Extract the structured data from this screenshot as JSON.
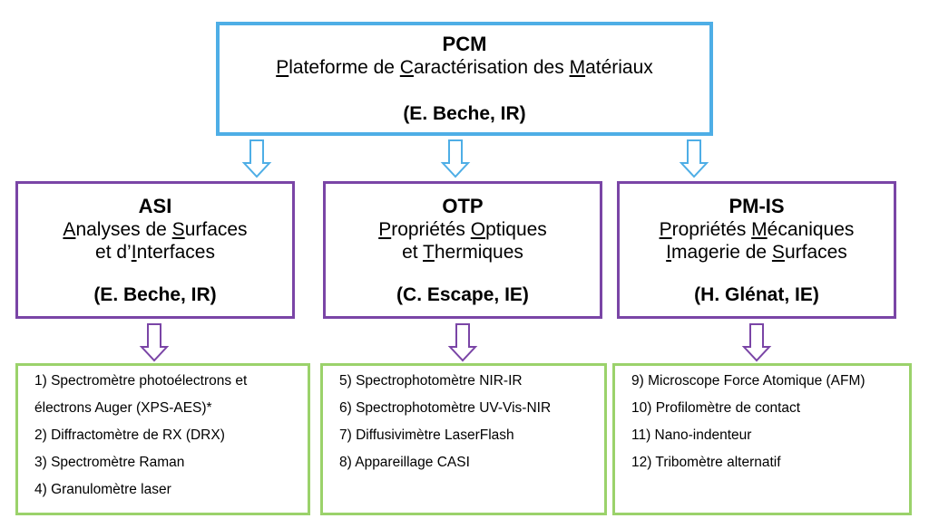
{
  "top": {
    "code": "PCM",
    "title_parts": [
      {
        "u": "P"
      },
      {
        "t": "lateforme de "
      },
      {
        "u": "C"
      },
      {
        "t": "aractérisation des "
      },
      {
        "u": "M"
      },
      {
        "t": "atériaux"
      }
    ],
    "responsible": "(E. Beche, IR)"
  },
  "units": [
    {
      "code": "ASI",
      "title_lines": [
        [
          {
            "u": "A"
          },
          {
            "t": "nalyses de "
          },
          {
            "u": "S"
          },
          {
            "t": "urfaces"
          }
        ],
        [
          {
            "t": "et d’"
          },
          {
            "u": "I"
          },
          {
            "t": "nterfaces"
          }
        ]
      ],
      "responsible": "(E. Beche, IR)",
      "equipment": [
        "1) Spectromètre photoélectrons  et",
        "électrons Auger (XPS-AES)*",
        "2) Diffractomètre de RX (DRX)",
        "3) Spectromètre Raman",
        "4) Granulomètre laser"
      ]
    },
    {
      "code": "OTP",
      "title_lines": [
        [
          {
            "u": "P"
          },
          {
            "t": "ropriétés "
          },
          {
            "u": "O"
          },
          {
            "t": "ptiques"
          }
        ],
        [
          {
            "t": "et "
          },
          {
            "u": "T"
          },
          {
            "t": "hermiques"
          }
        ]
      ],
      "responsible": "(C. Escape, IE)",
      "equipment": [
        "5) Spectrophotomètre NIR-IR",
        "6) Spectrophotomètre UV-Vis-NIR",
        "7) Diffusivimètre LaserFlash",
        "8) Appareillage CASI"
      ]
    },
    {
      "code": "PM-IS",
      "title_lines": [
        [
          {
            "u": "P"
          },
          {
            "t": "ropriétés "
          },
          {
            "u": "M"
          },
          {
            "t": "écaniques"
          }
        ],
        [
          {
            "u": "I"
          },
          {
            "t": "magerie de "
          },
          {
            "u": "S"
          },
          {
            "t": "urfaces"
          }
        ]
      ],
      "responsible": "(H. Glénat, IE)",
      "equipment": [
        "9) Microscope Force Atomique (AFM)",
        "10) Profilomètre de contact",
        "11) Nano-indenteur",
        "12) Tribomètre alternatif"
      ]
    }
  ],
  "colors": {
    "top_border": "#4eaee6",
    "unit_border": "#7a45a6",
    "list_border": "#9bd26b"
  }
}
